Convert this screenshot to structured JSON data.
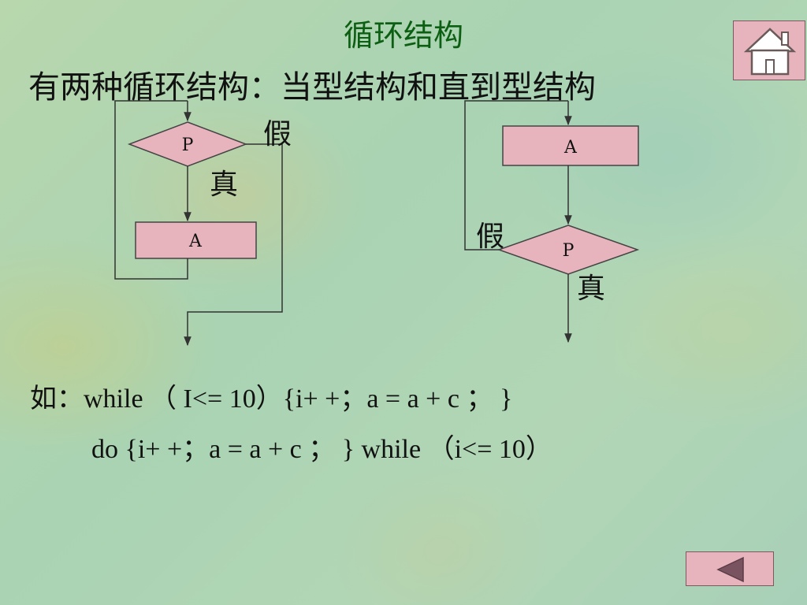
{
  "slide": {
    "title": "循环结构",
    "subtitle": "有两种循环结构：当型结构和直到型结构"
  },
  "flowchart_while": {
    "condition": "P",
    "body": "A",
    "true_label": "真",
    "false_label": "假"
  },
  "flowchart_do_while": {
    "body": "A",
    "condition": "P",
    "true_label": "真",
    "false_label": "假"
  },
  "code": {
    "line1": "如：while （ I<= 10）{i+ +；a = a + c ； }",
    "line2": "do {i+ +；a = a + c ； } while （i<= 10）"
  },
  "nav": {
    "home_icon": "house-icon",
    "back_icon": "left-triangle-icon"
  },
  "colors": {
    "box_fill": "#e7b4bd",
    "title_color": "#0c5f12"
  }
}
